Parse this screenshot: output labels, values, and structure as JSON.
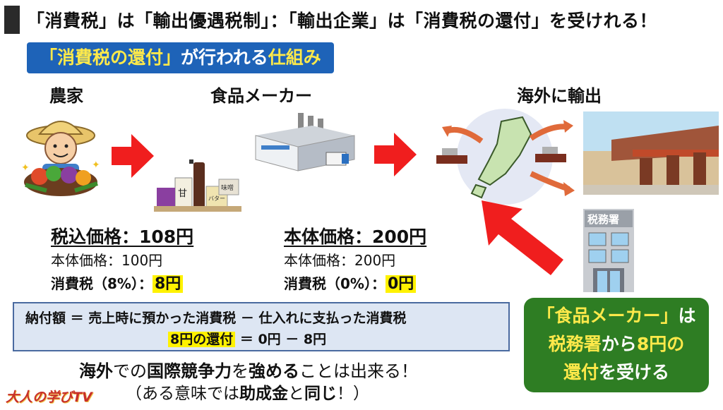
{
  "title": "「消費税」は「輸出優遇税制」：「輸出企業」は「消費税の還付」を受けれる！",
  "subtitle": {
    "part1": "「消費税の還付」",
    "part2": "が行われる",
    "part3": "仕組み"
  },
  "labels": {
    "farmer": "農家",
    "maker": "食品メーカー",
    "export": "海外に輸出",
    "tax_office": "税務署"
  },
  "product_labels": {
    "sweet": "甘",
    "butter": "バター",
    "miso": "味噌"
  },
  "farmer_price": {
    "head": "税込価格：108円",
    "base": "本体価格：100円",
    "tax_label": "消費税（8%）：",
    "tax_value": "8円"
  },
  "maker_price": {
    "head": "本体価格：200円",
    "base": "本体価格：200円",
    "tax_label": "消費税（0%）：",
    "tax_value": "0円"
  },
  "formula": {
    "line1": "納付額 ＝ 売上時に預かった消費税 － 仕入れに支払った消費税",
    "refund": "8円の還付",
    "rest": " ＝ 0円 － 8円"
  },
  "green_box": {
    "l1_a": "「食品メーカー」",
    "l1_b": "は",
    "l2_a": "税務署",
    "l2_b": "から",
    "l2_c": "8円の",
    "l3_a": "還付",
    "l3_b": "を受ける"
  },
  "bottom": {
    "l1_a": "海外",
    "l1_b": "での",
    "l1_c": "国際競争力",
    "l1_d": "を",
    "l1_e": "強める",
    "l1_f": "ことは出来る！",
    "l2_a": "（ある意味では",
    "l2_b": "助成金",
    "l2_c": "と",
    "l2_d": "同じ",
    "l2_e": "！）"
  },
  "logo": "大人の学びTV",
  "colors": {
    "accent_red": "#f01e1e",
    "title_blue": "#1e63b8",
    "highlight_yellow": "#fff200",
    "green": "#2e7d23"
  }
}
